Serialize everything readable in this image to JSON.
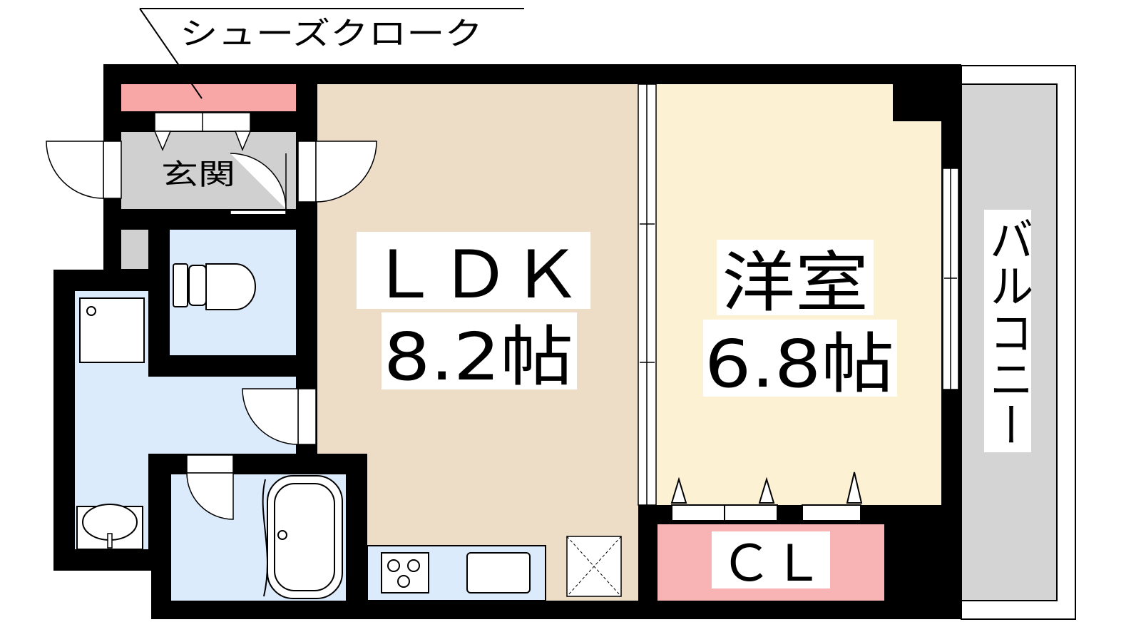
{
  "labels": {
    "shoes_cloak": "シューズクローク",
    "entrance": "玄関",
    "ldk_name": "ＬＤＫ",
    "ldk_size": "8.2帖",
    "western_name": "洋室",
    "western_size": "6.8帖",
    "closet": "ＣＬ",
    "balcony": "バルコニー"
  },
  "colors": {
    "wall": "#000000",
    "ldk_floor": "#eddcc6",
    "western_floor": "#fdf1d4",
    "wet_area": "#dcebfb",
    "entrance_floor": "#d0d0d0",
    "closet_pink": "#f8b4b4",
    "balcony_gray": "#d4d4d4"
  }
}
